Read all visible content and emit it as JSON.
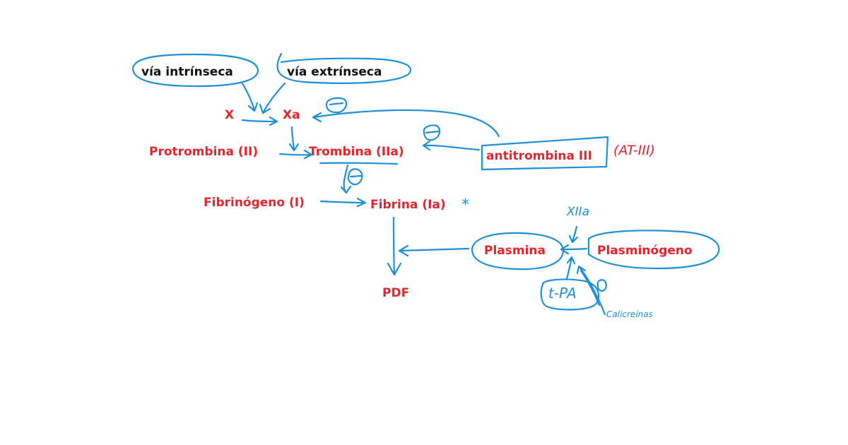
{
  "colors": {
    "ink": "#1e90d8",
    "node_text": "#e8232a",
    "pathway_text": "#111111",
    "background": "#ffffff"
  },
  "nodes": {
    "via_intrinseca": "vía intrínseca",
    "via_extrinseca": "vía extrínseca",
    "x": "X",
    "xa": "Xa",
    "protrombina": "Protrombina (II)",
    "trombina": "Trombina (IIa)",
    "antitrombina": "antitrombina III",
    "fibrinogeno": "Fibrinógeno (I)",
    "fibrina": "Fibrina (Ia)",
    "pdf": "PDF",
    "plasmina": "Plasmina",
    "plasminogeno": "Plasminógeno"
  },
  "annotations": {
    "at_iii": "(AT-III)",
    "asterisk": "*",
    "xiia": "XIIa",
    "tpa": "t-PA",
    "calicreinas": "Calicreínas",
    "inhibit_sign": "⊖"
  }
}
